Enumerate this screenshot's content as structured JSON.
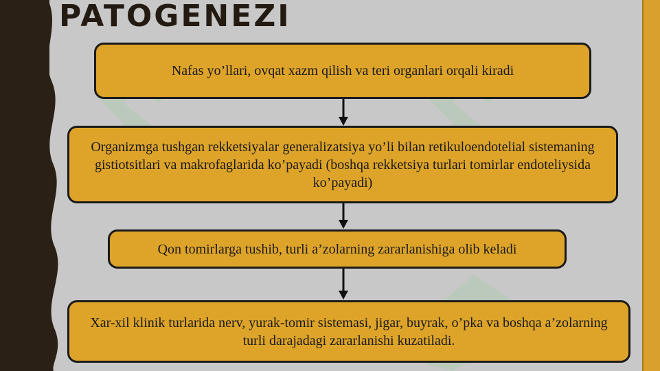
{
  "title": "PATOGENEZI",
  "steps": [
    {
      "text": "Nafas yo’llari, ovqat xazm qilish va teri organlari orqali kiradi"
    },
    {
      "text": "Organizmga tushgan rekketsiyalar generalizatsiya yo’li bilan retikuloendotelial sistemaning gistiotsitlari va makrofaglarida ko’payadi (boshqa rekketsiya turlari tomirlar endoteliysida ko’payadi)"
    },
    {
      "text": "Qon tomirlarga tushib, turli a’zolarning zararlanishiga olib keladi"
    },
    {
      "text": "Xar-xil klinik turlarida nerv, yurak-tomir sistemasi, jigar, buyrak, o’pka va boshqa a’zolarning turli darajadagi zararlanishi kuzatiladi."
    }
  ],
  "colors": {
    "box_fill": "#dea42a",
    "box_border": "#1a1a1a",
    "background": "#c8c8c8",
    "left_band": "#2a2016",
    "right_band": "#d9a12b"
  }
}
